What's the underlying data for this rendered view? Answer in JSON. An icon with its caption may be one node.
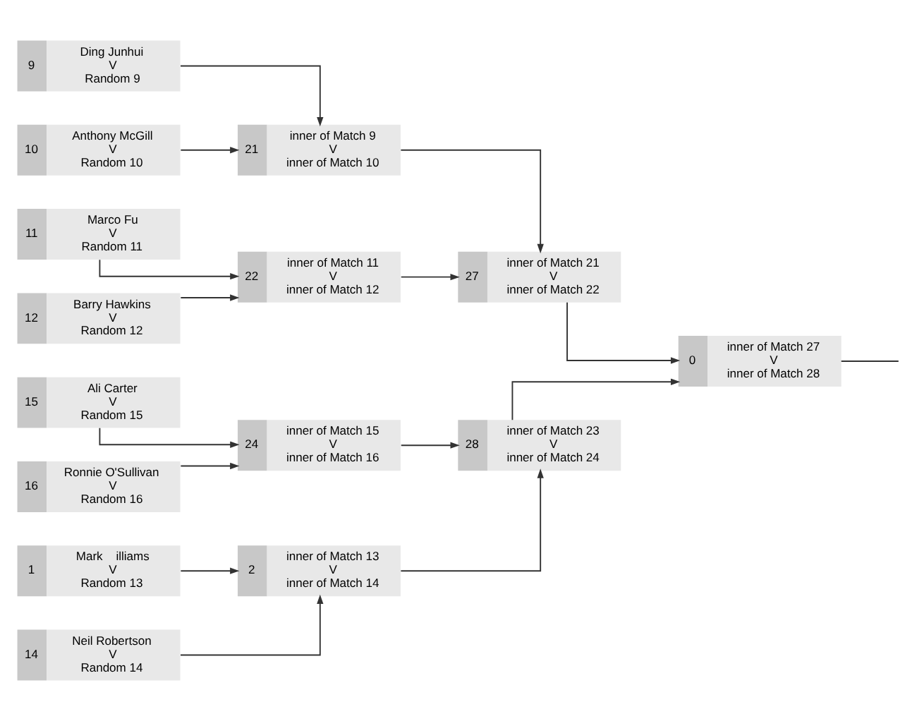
{
  "diagram": {
    "nodes": [
      {
        "text": [
          "9",
          "Ding Junhui",
          "V",
          "Random 9"
        ]
      },
      {
        "text": [
          "10",
          "Anthony McGill",
          "V",
          "Random 10"
        ]
      },
      {
        "text": [
          "11",
          "Marco Fu",
          "V",
          "Random 11"
        ]
      },
      {
        "text": [
          "12",
          "Barry Hawkins",
          "V",
          "Random 12"
        ]
      },
      {
        "text": [
          "1",
          "Mark    illiams",
          "V",
          "Random 13"
        ]
      },
      {
        "text": [
          "14",
          "Neil Robertson",
          "V",
          "Random 14"
        ]
      },
      {
        "text": [
          "15",
          "Ali Carter",
          "V",
          "Random 15"
        ]
      },
      {
        "text": [
          "16",
          "Ronnie O'Sullivan",
          "V",
          "Random 16"
        ]
      },
      {
        "text": [
          "21",
          "inner of Match 9",
          "V",
          "inner of Match 10"
        ]
      },
      {
        "text": [
          "22",
          "inner of Match 11",
          "V",
          "inner of Match 12"
        ]
      },
      {
        "text": [
          "2",
          "inner of Match 13",
          "V",
          "inner of Match 14"
        ]
      },
      {
        "text": [
          "24",
          "inner of Match 15",
          "V",
          "inner of Match 16"
        ]
      },
      {
        "text": [
          "27",
          "inner of Match 21",
          "V",
          "inner of Match 22"
        ]
      },
      {
        "text": [
          "28",
          "inner of Match 23",
          "V",
          "inner of Match 24"
        ]
      },
      {
        "text": [
          "0",
          "inner of Match 27",
          "V",
          "inner of Match 28"
        ]
      }
    ],
    "edges": [
      {
        "from": 0,
        "to": 8,
        "arrow": "to"
      },
      {
        "from": 1,
        "to": 8,
        "arrow": "to"
      },
      {
        "from": 2,
        "to": 9,
        "arrow": "to"
      },
      {
        "from": 3,
        "to": 9,
        "arrow": "to"
      },
      {
        "from": 4,
        "to": 10,
        "arrow": "to"
      },
      {
        "from": 5,
        "to": 10,
        "arrow": "to"
      },
      {
        "from": 6,
        "to": 11,
        "arrow": "to"
      },
      {
        "from": 7,
        "to": 11,
        "arrow": "to"
      },
      {
        "from": 8,
        "to": 12,
        "arrow": "to"
      },
      {
        "from": 9,
        "to": 12,
        "arrow": "to"
      },
      {
        "from": 10,
        "to": 13,
        "arrow": "to"
      },
      {
        "from": 11,
        "to": 13,
        "arrow": "to"
      },
      {
        "from": 12,
        "to": 14,
        "arrow": "to"
      },
      {
        "from": 13,
        "to": 14,
        "arrow": "to"
      },
      {
        "from": 14,
        "to": null,
        "arrow": "none"
      }
    ]
  }
}
